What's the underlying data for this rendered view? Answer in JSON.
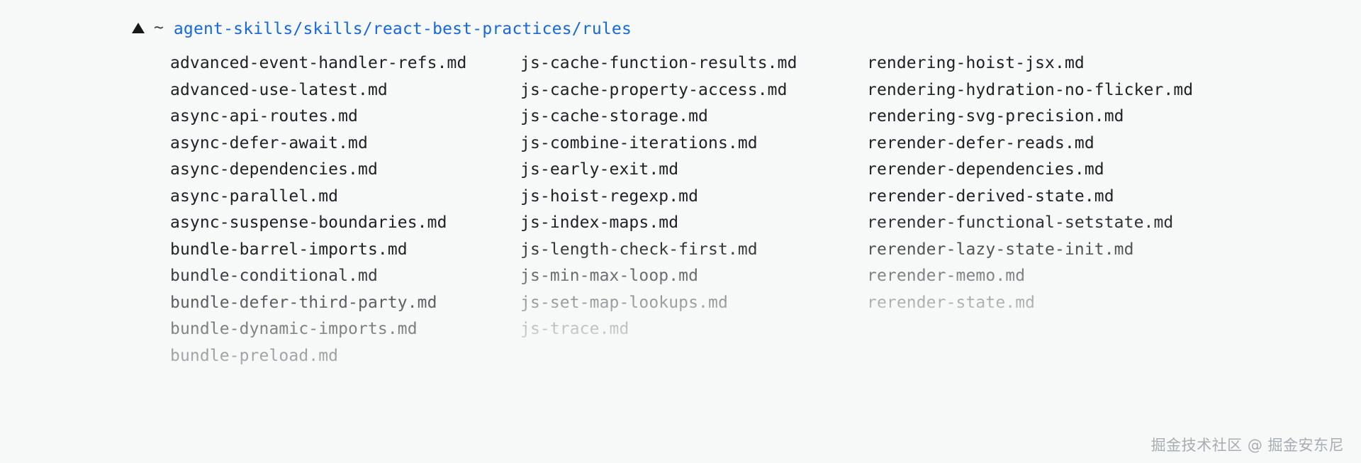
{
  "theme": {
    "background": "#f7f8f8",
    "text": "#202124",
    "path_accent": "#1668dc",
    "prompt_marker": "#16181a",
    "watermark": "#9aa0a6"
  },
  "prompt": {
    "marker_icon": "up-triangle-icon",
    "home_symbol": "~",
    "path": "agent-skills/skills/react-best-practices/rules"
  },
  "listing": {
    "columns": [
      {
        "name": "column-1",
        "files": [
          "advanced-event-handler-refs.md",
          "advanced-use-latest.md",
          "async-api-routes.md",
          "async-defer-await.md",
          "async-dependencies.md",
          "async-parallel.md",
          "async-suspense-boundaries.md",
          "bundle-barrel-imports.md",
          "bundle-conditional.md",
          "bundle-defer-third-party.md",
          "bundle-dynamic-imports.md",
          "bundle-preload.md"
        ]
      },
      {
        "name": "column-2",
        "files": [
          "js-cache-function-results.md",
          "js-cache-property-access.md",
          "js-cache-storage.md",
          "js-combine-iterations.md",
          "js-early-exit.md",
          "js-hoist-regexp.md",
          "js-index-maps.md",
          "js-length-check-first.md",
          "js-min-max-loop.md",
          "js-set-map-lookups.md",
          "js-trace.md"
        ]
      },
      {
        "name": "column-3",
        "files": [
          "rendering-hoist-jsx.md",
          "rendering-hydration-no-flicker.md",
          "rendering-svg-precision.md",
          "rerender-defer-reads.md",
          "rerender-dependencies.md",
          "rerender-derived-state.md",
          "rerender-functional-setstate.md",
          "rerender-lazy-state-init.md",
          "rerender-memo.md",
          "rerender-state.md"
        ]
      }
    ]
  },
  "watermark": {
    "text": "掘金技术社区 @ 掘金安东尼"
  }
}
